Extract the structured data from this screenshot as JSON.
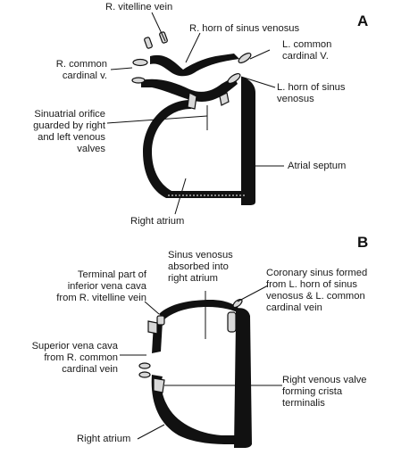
{
  "panel_a": {
    "letter": "A",
    "labels": {
      "r_vitelline": "R. vitelline vein",
      "r_horn": "R. horn of sinus venosus",
      "l_common_cardinal": "L. common\ncardinal V.",
      "r_common_cardinal": "R. common\ncardinal v.",
      "l_horn": "L. horn of sinus\nvenosus",
      "sinuatrial_orifice": "Sinuatrial orifice\nguarded by right\nand left venous\nvalves",
      "atrial_septum": "Atrial septum",
      "right_atrium": "Right atrium"
    }
  },
  "panel_b": {
    "letter": "B",
    "labels": {
      "sinus_absorbed": "Sinus venosus\nabsorbed into\nright atrium",
      "terminal_ivc": "Terminal part of\ninferior vena cava\nfrom R. vitelline vein",
      "coronary_sinus": "Coronary sinus formed\nfrom L. horn of sinus\nvenosus & L. common\ncardinal vein",
      "svc": "Superior vena cava\nfrom R. common\ncardinal vein",
      "right_venous_valve": "Right venous valve\nforming crista\nterminalis",
      "right_atrium": "Right atrium"
    }
  }
}
